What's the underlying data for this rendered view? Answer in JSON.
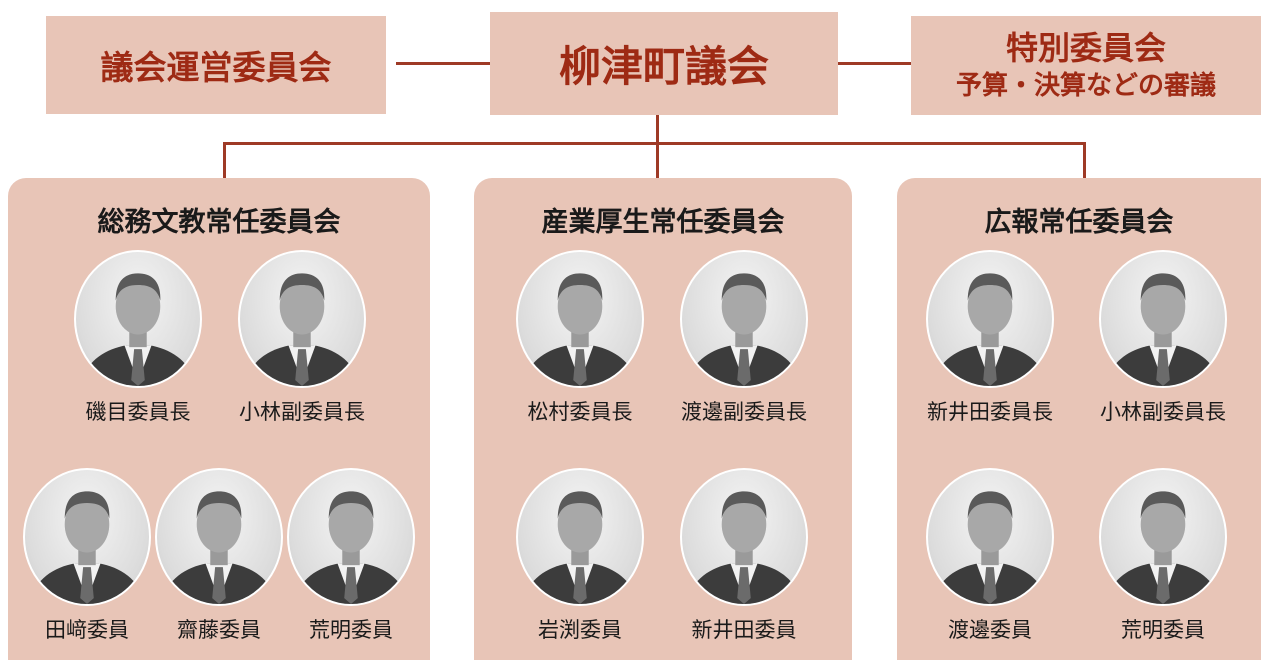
{
  "top": {
    "left_title": "議会運営委員会",
    "center_title": "柳津町議会",
    "right_title": "特別委員会",
    "right_subtitle": "予算・決算などの審議"
  },
  "committees": [
    {
      "title": "総務文教常任委員会",
      "members": [
        "磯目委員長",
        "小林副委員長",
        "田﨑委員",
        "齋藤委員",
        "荒明委員"
      ]
    },
    {
      "title": "産業厚生常任委員会",
      "members": [
        "松村委員長",
        "渡邊副委員長",
        "岩渕委員",
        "新井田委員"
      ]
    },
    {
      "title": "広報常任委員会",
      "members": [
        "新井田委員長",
        "小林副委員長",
        "渡邊委員",
        "荒明委員"
      ]
    }
  ],
  "colors": {
    "box_fill": "#e8c5b7",
    "title_red": "#9e2a14",
    "line": "#9e3a26"
  }
}
